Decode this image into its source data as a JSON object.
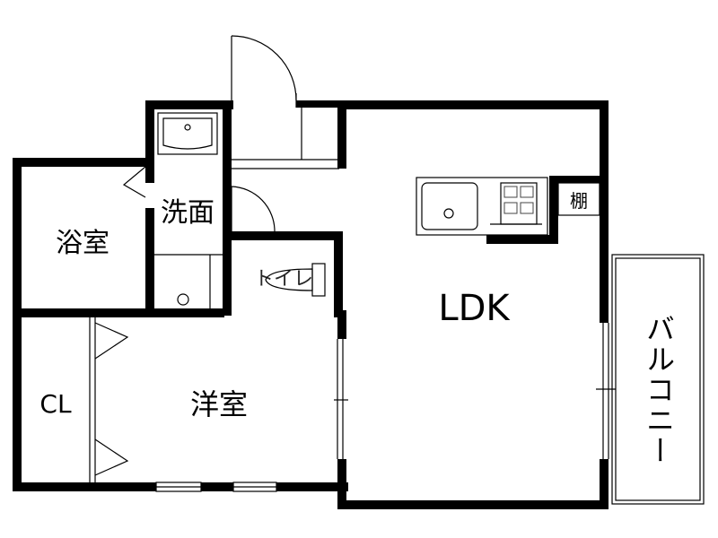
{
  "rooms": {
    "bath": "浴室",
    "washroom": "洗面",
    "toilet": "トイレ",
    "ldk": "LDK",
    "western_room": "洋室",
    "closet": "CL",
    "balcony": "バルコニー",
    "shelf": "棚"
  }
}
